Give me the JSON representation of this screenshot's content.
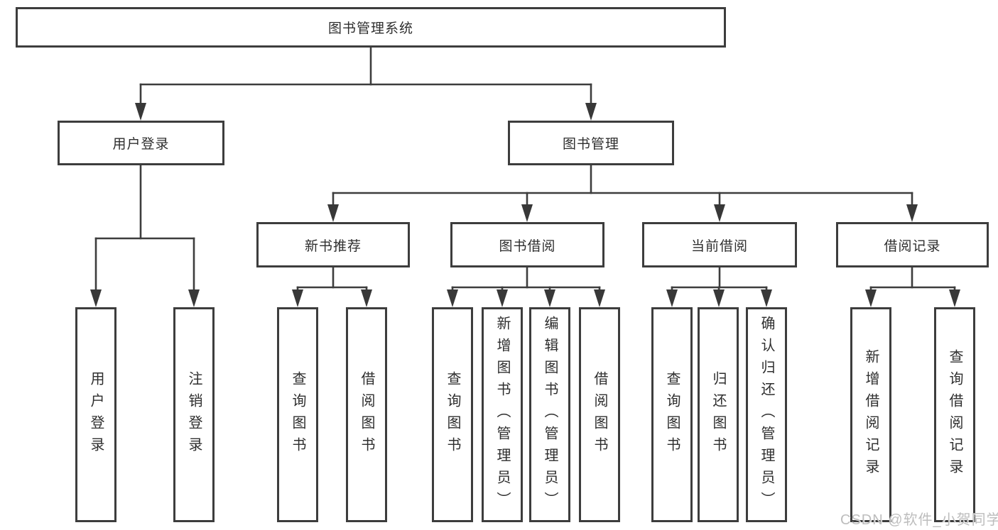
{
  "tree": {
    "root": {
      "label": "图书管理系统"
    },
    "children": [
      {
        "label": "用户登录",
        "children": [
          {
            "label": "用户登录"
          },
          {
            "label": "注销登录"
          }
        ]
      },
      {
        "label": "图书管理",
        "children": [
          {
            "label": "新书推荐",
            "children": [
              {
                "label": "查询图书"
              },
              {
                "label": "借阅图书"
              }
            ]
          },
          {
            "label": "图书借阅",
            "children": [
              {
                "label": "查询图书"
              },
              {
                "label": "新增图书（管理员）"
              },
              {
                "label": "编辑图书（管理员）"
              },
              {
                "label": "借阅图书"
              }
            ]
          },
          {
            "label": "当前借阅",
            "children": [
              {
                "label": "查询图书"
              },
              {
                "label": "归还图书"
              },
              {
                "label": "确认归还（管理员）"
              }
            ]
          },
          {
            "label": "借阅记录",
            "children": [
              {
                "label": "新增借阅记录"
              },
              {
                "label": "查询借阅记录"
              }
            ]
          }
        ]
      }
    ]
  },
  "watermark": {
    "text": "CSDN @软件_小贺同学"
  },
  "colors": {
    "line": "#3d3d3d",
    "box_border": "#3d3d3d",
    "text": "#2e2e2e",
    "watermark": "#bdbdbd",
    "background": "#ffffff"
  }
}
